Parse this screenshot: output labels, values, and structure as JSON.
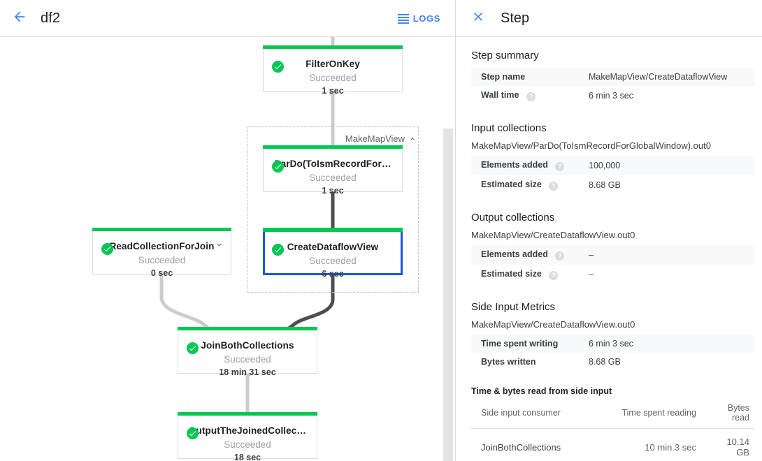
{
  "header": {
    "back_icon": "arrow-left-icon",
    "job_title": "df2",
    "logs_label": "LOGS",
    "logs_icon": "logs-icon"
  },
  "graph": {
    "group": {
      "label": "MakeMapView",
      "collapse_icon": "chevron-up-icon"
    },
    "status_icon": "check-circle-icon",
    "nodes": [
      {
        "name": "FilterOnKey",
        "status": "Succeeded",
        "duration": "1 sec",
        "selected": false,
        "expandable": false
      },
      {
        "name": "ParDo(ToIsmRecordFor…",
        "status": "Succeeded",
        "duration": "1 sec",
        "selected": false,
        "expandable": false
      },
      {
        "name": "ReadCollectionForJoin",
        "status": "Succeeded",
        "duration": "0 sec",
        "selected": false,
        "expandable": true,
        "expand_icon": "chevron-down-icon"
      },
      {
        "name": "CreateDataflowView",
        "status": "Succeeded",
        "duration": "6 sec",
        "selected": true,
        "expandable": false
      },
      {
        "name": "JoinBothCollections",
        "status": "Succeeded",
        "duration": "18 min 31 sec",
        "selected": false,
        "expandable": false
      },
      {
        "name": "OutputTheJoinedCollec…",
        "status": "Succeeded",
        "duration": "18 sec",
        "selected": false,
        "expandable": false
      }
    ],
    "colors": {
      "success_accent": "#00c853",
      "selected_border": "#1a56db",
      "edge_normal": "#cccccc",
      "edge_highlight": "#4d4d4d"
    }
  },
  "details": {
    "close_icon": "close-icon",
    "title": "Step",
    "step_summary": {
      "heading": "Step summary",
      "rows": [
        {
          "key": "Step name",
          "value": "MakeMapView/CreateDataflowView",
          "help": false
        },
        {
          "key": "Wall time",
          "value": "6 min 3 sec",
          "help": true
        }
      ]
    },
    "input_collections": {
      "heading": "Input collections",
      "collection": "MakeMapView/ParDo(ToIsmRecordForGlobalWindow).out0",
      "rows": [
        {
          "key": "Elements added",
          "value": "100,000",
          "help": true
        },
        {
          "key": "Estimated size",
          "value": "8.68 GB",
          "help": true
        }
      ]
    },
    "output_collections": {
      "heading": "Output collections",
      "collection": "MakeMapView/CreateDataflowView.out0",
      "rows": [
        {
          "key": "Elements added",
          "value": "–",
          "help": true
        },
        {
          "key": "Estimated size",
          "value": "–",
          "help": true
        }
      ]
    },
    "side_input_metrics": {
      "heading": "Side Input Metrics",
      "collection": "MakeMapView/CreateDataflowView.out0",
      "rows": [
        {
          "key": "Time spent writing",
          "value": "6 min 3 sec",
          "help": false
        },
        {
          "key": "Bytes written",
          "value": "8.68 GB",
          "help": false
        }
      ],
      "table_title": "Time & bytes read from side input",
      "columns": [
        "Side input consumer",
        "Time spent reading",
        "Bytes read"
      ],
      "table_rows": [
        {
          "consumer": "JoinBothCollections",
          "time": "10 min 3 sec",
          "bytes": "10.14 GB"
        }
      ]
    }
  }
}
